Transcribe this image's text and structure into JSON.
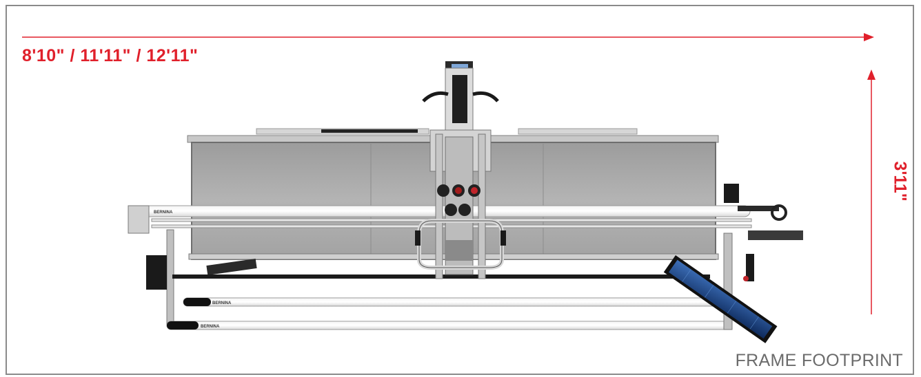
{
  "dimensions": {
    "width_label": "8'10\" / 11'11\" / 12'11\"",
    "depth_label": "3'11\"",
    "arrow_color": "#e0202b"
  },
  "caption": "FRAME FOOTPRINT",
  "roller_brand_text": [
    "BERNINA",
    "BERNINA",
    "BERNINA"
  ],
  "icons": [
    "quilting-frame-photo",
    "width-arrow-icon",
    "depth-arrow-icon"
  ]
}
